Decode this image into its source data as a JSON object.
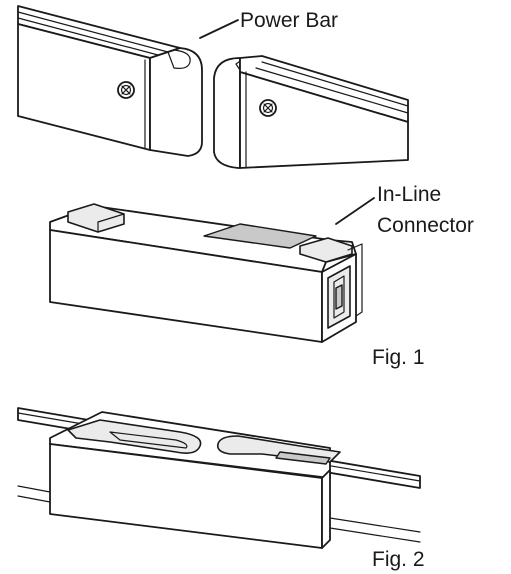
{
  "labels": {
    "power_bar": "Power Bar",
    "inline_line1": "In-Line",
    "inline_line2": "Connector",
    "fig1": "Fig. 1",
    "fig2": "Fig. 2"
  },
  "colors": {
    "stroke": "#1a1a1a",
    "background": "#ffffff"
  }
}
